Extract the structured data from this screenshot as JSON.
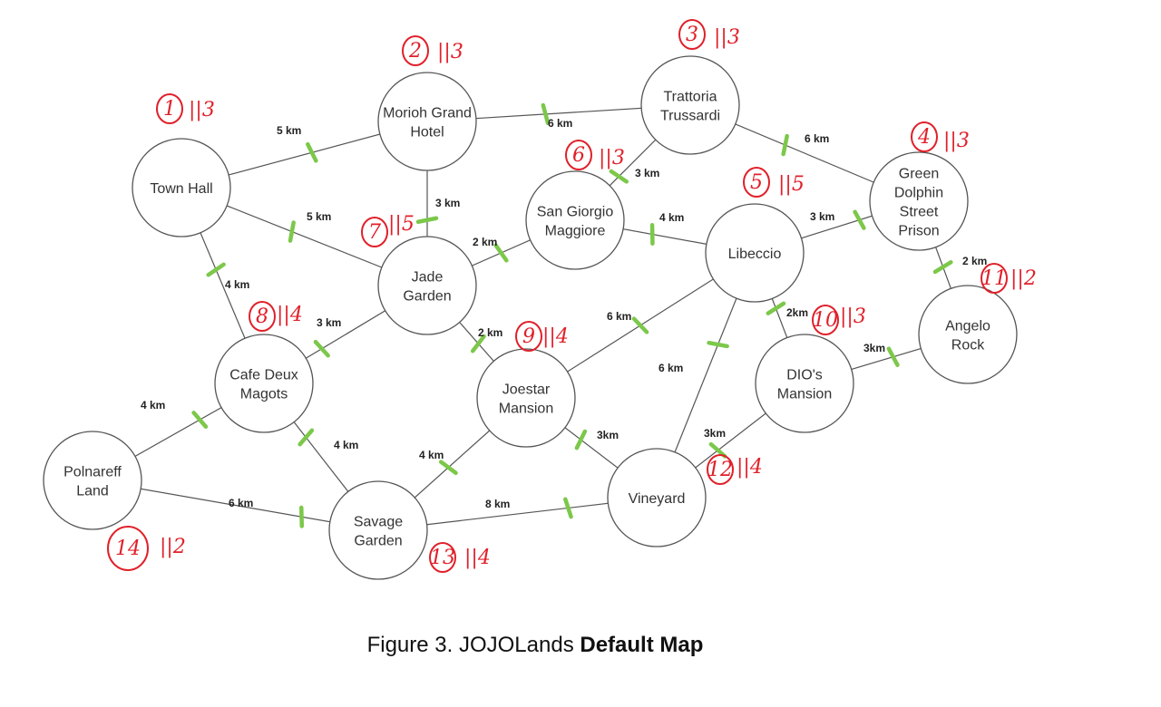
{
  "figure": {
    "caption_prefix": "Figure 3. JOJOLands ",
    "caption_bold": "Default Map"
  },
  "colors": {
    "edge": "#555555",
    "node_border": "#555555",
    "tick_mark": "#7cc84a",
    "annotation": "#e0202a"
  },
  "nodes": [
    {
      "id": "town-hall",
      "label": [
        "Town Hall"
      ],
      "annotation": "1",
      "annotation_count": "||3"
    },
    {
      "id": "morioh-grand-hotel",
      "label": [
        "Morioh Grand",
        "Hotel"
      ],
      "annotation": "2",
      "annotation_count": "||3"
    },
    {
      "id": "trattoria-trussardi",
      "label": [
        "Trattoria",
        "Trussardi"
      ],
      "annotation": "3",
      "annotation_count": "||3"
    },
    {
      "id": "green-dolphin-street-prison",
      "label": [
        "Green",
        "Dolphin",
        "Street",
        "Prison"
      ],
      "annotation": "4",
      "annotation_count": "||3"
    },
    {
      "id": "libeccio",
      "label": [
        "Libeccio"
      ],
      "annotation": "5",
      "annotation_count": "||5"
    },
    {
      "id": "san-giorgio-maggiore",
      "label": [
        "San Giorgio",
        "Maggiore"
      ],
      "annotation": "6",
      "annotation_count": "||3"
    },
    {
      "id": "jade-garden",
      "label": [
        "Jade",
        "Garden"
      ],
      "annotation": "7",
      "annotation_count": "||5"
    },
    {
      "id": "cafe-deux-magots",
      "label": [
        "Cafe Deux",
        "Magots"
      ],
      "annotation": "8",
      "annotation_count": "||4"
    },
    {
      "id": "joestar-mansion",
      "label": [
        "Joestar",
        "Mansion"
      ],
      "annotation": "9",
      "annotation_count": "||4"
    },
    {
      "id": "dios-mansion",
      "label": [
        "DIO's",
        "Mansion"
      ],
      "annotation": "10",
      "annotation_count": "||3"
    },
    {
      "id": "angelo-rock",
      "label": [
        "Angelo",
        "Rock"
      ],
      "annotation": "11",
      "annotation_count": "||2"
    },
    {
      "id": "vineyard",
      "label": [
        "Vineyard"
      ],
      "annotation": "12",
      "annotation_count": "||4"
    },
    {
      "id": "savage-garden",
      "label": [
        "Savage",
        "Garden"
      ],
      "annotation": "13",
      "annotation_count": "||4"
    },
    {
      "id": "polnareff-land",
      "label": [
        "Polnareff",
        "Land"
      ],
      "annotation": "14",
      "annotation_count": "||2"
    }
  ],
  "edges": [
    {
      "from": "town-hall",
      "to": "morioh-grand-hotel",
      "distance": "5 km"
    },
    {
      "from": "town-hall",
      "to": "jade-garden",
      "distance": "5 km"
    },
    {
      "from": "town-hall",
      "to": "cafe-deux-magots",
      "distance": "4 km"
    },
    {
      "from": "morioh-grand-hotel",
      "to": "trattoria-trussardi",
      "distance": "6 km"
    },
    {
      "from": "morioh-grand-hotel",
      "to": "jade-garden",
      "distance": "3 km"
    },
    {
      "from": "trattoria-trussardi",
      "to": "green-dolphin-street-prison",
      "distance": "6 km"
    },
    {
      "from": "trattoria-trussardi",
      "to": "san-giorgio-maggiore",
      "distance": "3 km"
    },
    {
      "from": "san-giorgio-maggiore",
      "to": "jade-garden",
      "distance": "2 km"
    },
    {
      "from": "san-giorgio-maggiore",
      "to": "libeccio",
      "distance": "4 km"
    },
    {
      "from": "libeccio",
      "to": "green-dolphin-street-prison",
      "distance": "3 km"
    },
    {
      "from": "libeccio",
      "to": "joestar-mansion",
      "distance": "6 km"
    },
    {
      "from": "libeccio",
      "to": "vineyard",
      "distance": "6 km"
    },
    {
      "from": "libeccio",
      "to": "dios-mansion",
      "distance": "2km"
    },
    {
      "from": "green-dolphin-street-prison",
      "to": "angelo-rock",
      "distance": "2 km"
    },
    {
      "from": "angelo-rock",
      "to": "dios-mansion",
      "distance": "3km"
    },
    {
      "from": "dios-mansion",
      "to": "vineyard",
      "distance": "3km"
    },
    {
      "from": "jade-garden",
      "to": "cafe-deux-magots",
      "distance": "3 km"
    },
    {
      "from": "jade-garden",
      "to": "joestar-mansion",
      "distance": "2 km"
    },
    {
      "from": "cafe-deux-magots",
      "to": "polnareff-land",
      "distance": "4 km"
    },
    {
      "from": "cafe-deux-magots",
      "to": "savage-garden",
      "distance": "4 km"
    },
    {
      "from": "joestar-mansion",
      "to": "savage-garden",
      "distance": "4 km"
    },
    {
      "from": "joestar-mansion",
      "to": "vineyard",
      "distance": "3km"
    },
    {
      "from": "savage-garden",
      "to": "vineyard",
      "distance": "8 km"
    },
    {
      "from": "polnareff-land",
      "to": "savage-garden",
      "distance": "6 km"
    }
  ]
}
